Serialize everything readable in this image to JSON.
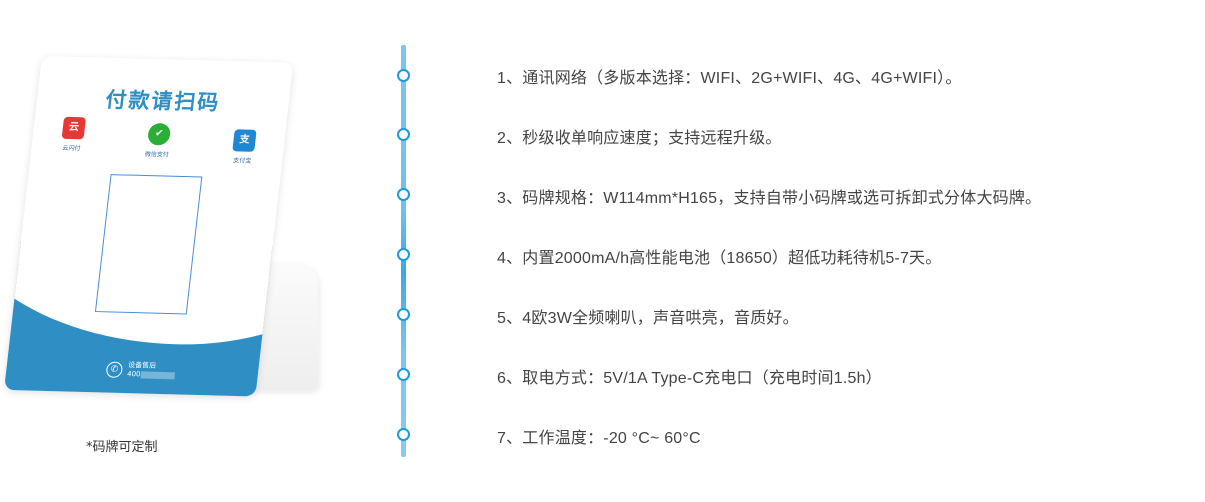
{
  "device": {
    "panel_title": "付款请扫码",
    "payment_methods": [
      {
        "label": "云闪付",
        "icon": "unionpay-quickpass-icon",
        "color": "#e53935",
        "glyph": "云"
      },
      {
        "label": "微信支付",
        "icon": "wechat-pay-icon",
        "color": "#2aae38",
        "glyph": "✔"
      },
      {
        "label": "支付宝",
        "icon": "alipay-icon",
        "color": "#1e88d6",
        "glyph": "支"
      }
    ],
    "contact_label": "设备售后",
    "contact_number": "400",
    "phone_glyph": "✆"
  },
  "caption": "*码牌可定制",
  "features": [
    "1、通讯网络（多版本选择：WIFI、2G+WIFI、4G、4G+WIFI）。",
    "2、秒级收单响应速度；支持远程升级。",
    "3、码牌规格：W114mm*H165，支持自带小码牌或选可拆卸式分体大码牌。",
    "4、内置2000mA/h高性能电池（18650）超低功耗待机5-7天。",
    "5、4欧3W全频喇叭，声音哄亮，音质好。",
    "6、取电方式：5V/1A Type-C充电口（充电时间1.5h）",
    "7、工作温度：-20 °C~ 60°C"
  ],
  "colors": {
    "accent": "#1c9ae0",
    "timeline": "#7cc6ee",
    "panel_blue": "#2f8fc4",
    "text": "#444444"
  }
}
